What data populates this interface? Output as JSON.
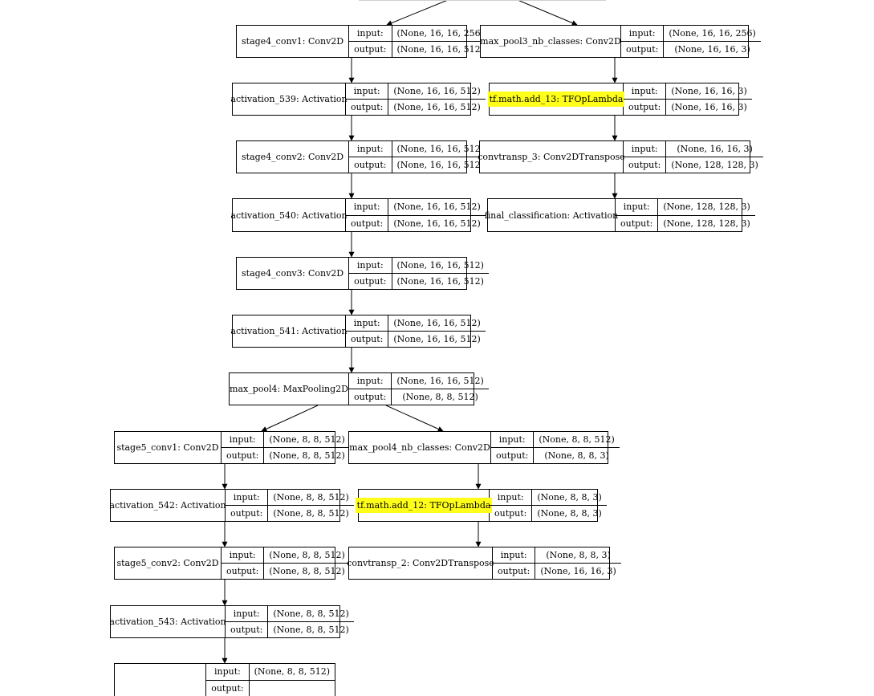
{
  "labels": {
    "input": "input:",
    "output": "output:"
  },
  "nodes": {
    "stage4_conv1": {
      "name": "stage4_conv1: Conv2D",
      "in": "(None, 16, 16, 256)",
      "out": "(None, 16, 16, 512)"
    },
    "activation_539": {
      "name": "activation_539: Activation",
      "in": "(None, 16, 16, 512)",
      "out": "(None, 16, 16, 512)"
    },
    "stage4_conv2": {
      "name": "stage4_conv2: Conv2D",
      "in": "(None, 16, 16, 512)",
      "out": "(None, 16, 16, 512)"
    },
    "activation_540": {
      "name": "activation_540: Activation",
      "in": "(None, 16, 16, 512)",
      "out": "(None, 16, 16, 512)"
    },
    "stage4_conv3": {
      "name": "stage4_conv3: Conv2D",
      "in": "(None, 16, 16, 512)",
      "out": "(None, 16, 16, 512)"
    },
    "activation_541": {
      "name": "activation_541: Activation",
      "in": "(None, 16, 16, 512)",
      "out": "(None, 16, 16, 512)"
    },
    "max_pool4": {
      "name": "max_pool4: MaxPooling2D",
      "in": "(None, 16, 16, 512)",
      "out": "(None, 8, 8, 512)"
    },
    "max_pool3_nb_classes": {
      "name": "max_pool3_nb_classes: Conv2D",
      "in": "(None, 16, 16, 256)",
      "out": "(None, 16, 16, 3)"
    },
    "tf_math_add_13": {
      "name": "tf.math.add_13: TFOpLambda",
      "in": "(None, 16, 16, 3)",
      "out": "(None, 16, 16, 3)"
    },
    "convtransp_3": {
      "name": "convtransp_3: Conv2DTranspose",
      "in": "(None, 16, 16, 3)",
      "out": "(None, 128, 128, 3)"
    },
    "final_classification": {
      "name": "final_classification: Activation",
      "in": "(None, 128, 128, 3)",
      "out": "(None, 128, 128, 3)"
    },
    "stage5_conv1": {
      "name": "stage5_conv1: Conv2D",
      "in": "(None, 8, 8, 512)",
      "out": "(None, 8, 8, 512)"
    },
    "activation_542": {
      "name": "activation_542: Activation",
      "in": "(None, 8, 8, 512)",
      "out": "(None, 8, 8, 512)"
    },
    "stage5_conv2": {
      "name": "stage5_conv2: Conv2D",
      "in": "(None, 8, 8, 512)",
      "out": "(None, 8, 8, 512)"
    },
    "activation_543": {
      "name": "activation_543: Activation",
      "in": "(None, 8, 8, 512)",
      "out": "(None, 8, 8, 512)"
    },
    "stage5_conv3": {
      "name": "",
      "in": "(None, 8, 8, 512)",
      "out": ""
    },
    "max_pool4_nb_classes": {
      "name": "max_pool4_nb_classes: Conv2D",
      "in": "(None, 8, 8, 512)",
      "out": "(None, 8, 8, 3)"
    },
    "tf_math_add_12": {
      "name": "tf.math.add_12: TFOpLambda",
      "in": "(None, 8, 8, 3)",
      "out": "(None, 8, 8, 3)"
    },
    "convtransp_2": {
      "name": "convtransp_2: Conv2DTranspose",
      "in": "(None, 8, 8, 3)",
      "out": "(None, 16, 16, 3)"
    }
  },
  "highlight_color": "#ffff1a"
}
